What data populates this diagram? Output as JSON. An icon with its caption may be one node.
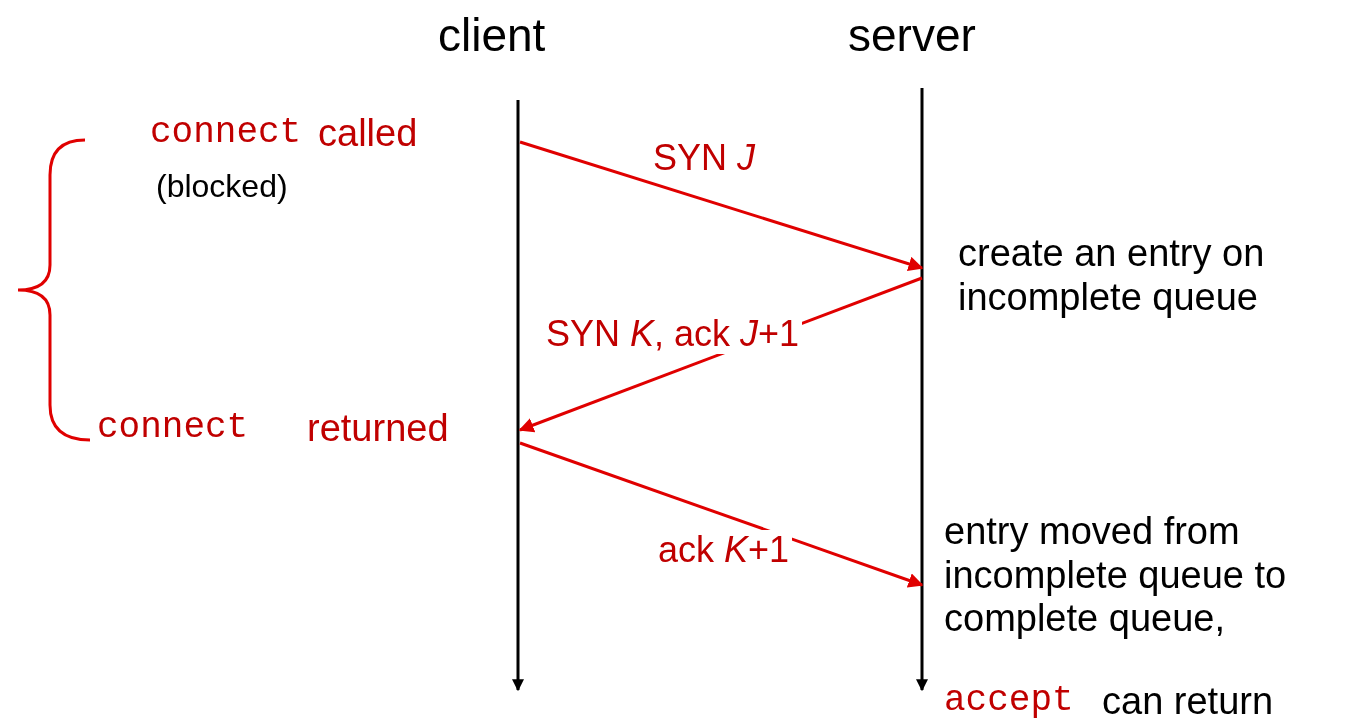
{
  "diagram": {
    "nodes": [
      {
        "text": [
          "connect",
          "called",
          "(blocked)"
        ]
      },
      {
        "text": [
          "create an entry on incomplete queue"
        ]
      },
      {
        "text": [
          "connect",
          "returned"
        ]
      },
      {
        "text": [
          "entry moved from incomplete queue to complete queue,",
          "accept",
          "can return"
        ]
      }
    ],
    "edges": [
      {
        "from": 0,
        "to": 1,
        "arrow": "to",
        "label": "SYN *J*"
      },
      {
        "from": 1,
        "to": 2,
        "arrow": "to",
        "label": "SYN *K*, ack *J*+1"
      },
      {
        "from": 2,
        "to": 3,
        "arrow": "to",
        "label": "ack *K*+1"
      }
    ],
    "labels": [
      "client",
      "server"
    ]
  }
}
